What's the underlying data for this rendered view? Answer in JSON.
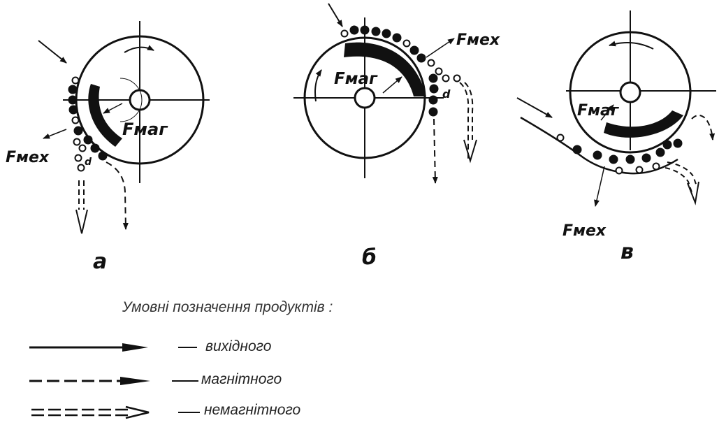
{
  "diagrams": [
    {
      "letter": "а",
      "mag_label": "Fмаг",
      "mech_label": "Fмех",
      "d_label": "d"
    },
    {
      "letter": "б",
      "mag_label": "Fмаг",
      "mech_label": "Fмех",
      "d_label": "d"
    },
    {
      "letter": "в",
      "mag_label": "Fмаг",
      "mech_label": "Fмех",
      "d_label": ""
    }
  ],
  "legend": {
    "title": "Умовні позначення продуктів :",
    "items": [
      {
        "label": "вихідного",
        "style": "solid"
      },
      {
        "label": "магнітного",
        "style": "dashed"
      },
      {
        "label": "немагнітного",
        "style": "double-dashed"
      }
    ]
  }
}
